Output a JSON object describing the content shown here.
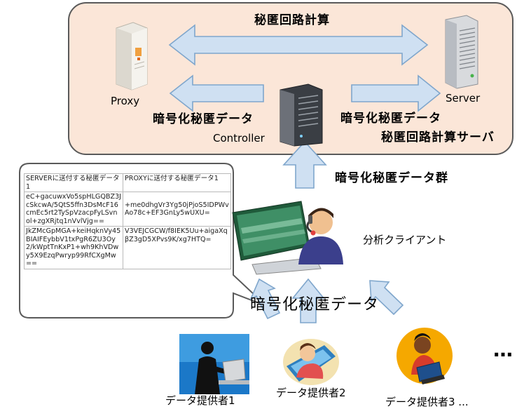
{
  "top": {
    "mpc_label": "秘匿回路計算",
    "proxy_label": "Proxy",
    "server_label": "Server",
    "controller_label": "Controller",
    "enc_left": "暗号化秘匿データ",
    "enc_right": "暗号化秘匿データ",
    "server_caption": "秘匿回路計算サーバ"
  },
  "enc_group_label": "暗号化秘匿データ群",
  "client_label": "分析クライアント",
  "enc_bottom_label": "暗号化秘匿データ",
  "providers": [
    "データ提供者1",
    "データ提供者2",
    "データ提供者3 ..."
  ],
  "ellipsis": "…",
  "table": {
    "headers": [
      "SERVERに送付する秘匿データ1",
      "PROXYに送付する秘匿データ1"
    ],
    "rows": [
      [
        "eC+gacuwxVo5spHLGQBZ3JcSkcwA/5QtS5ffn3DsMcF16cmEc5rt2TySpVzacpFyLSvnol+zgXRjtq1nVvlVjg==",
        "+me0dhgVr3Yg50jPjoS5IDPWvAo78c+EF3GnLy5wUXU="
      ],
      [
        "JkZMcGpMGA+keiHqknVy45BIAIFEybbV1txPgR6ZU3Oy2/kWptTnKxP1+wh9KhVDwy5X9EzqPwryp99RfCXgMw==",
        "V3VEJCGCW/f8IEK5Uu+aigaXqβZ3gD5XPvs9K/xg7HTQ="
      ]
    ]
  }
}
